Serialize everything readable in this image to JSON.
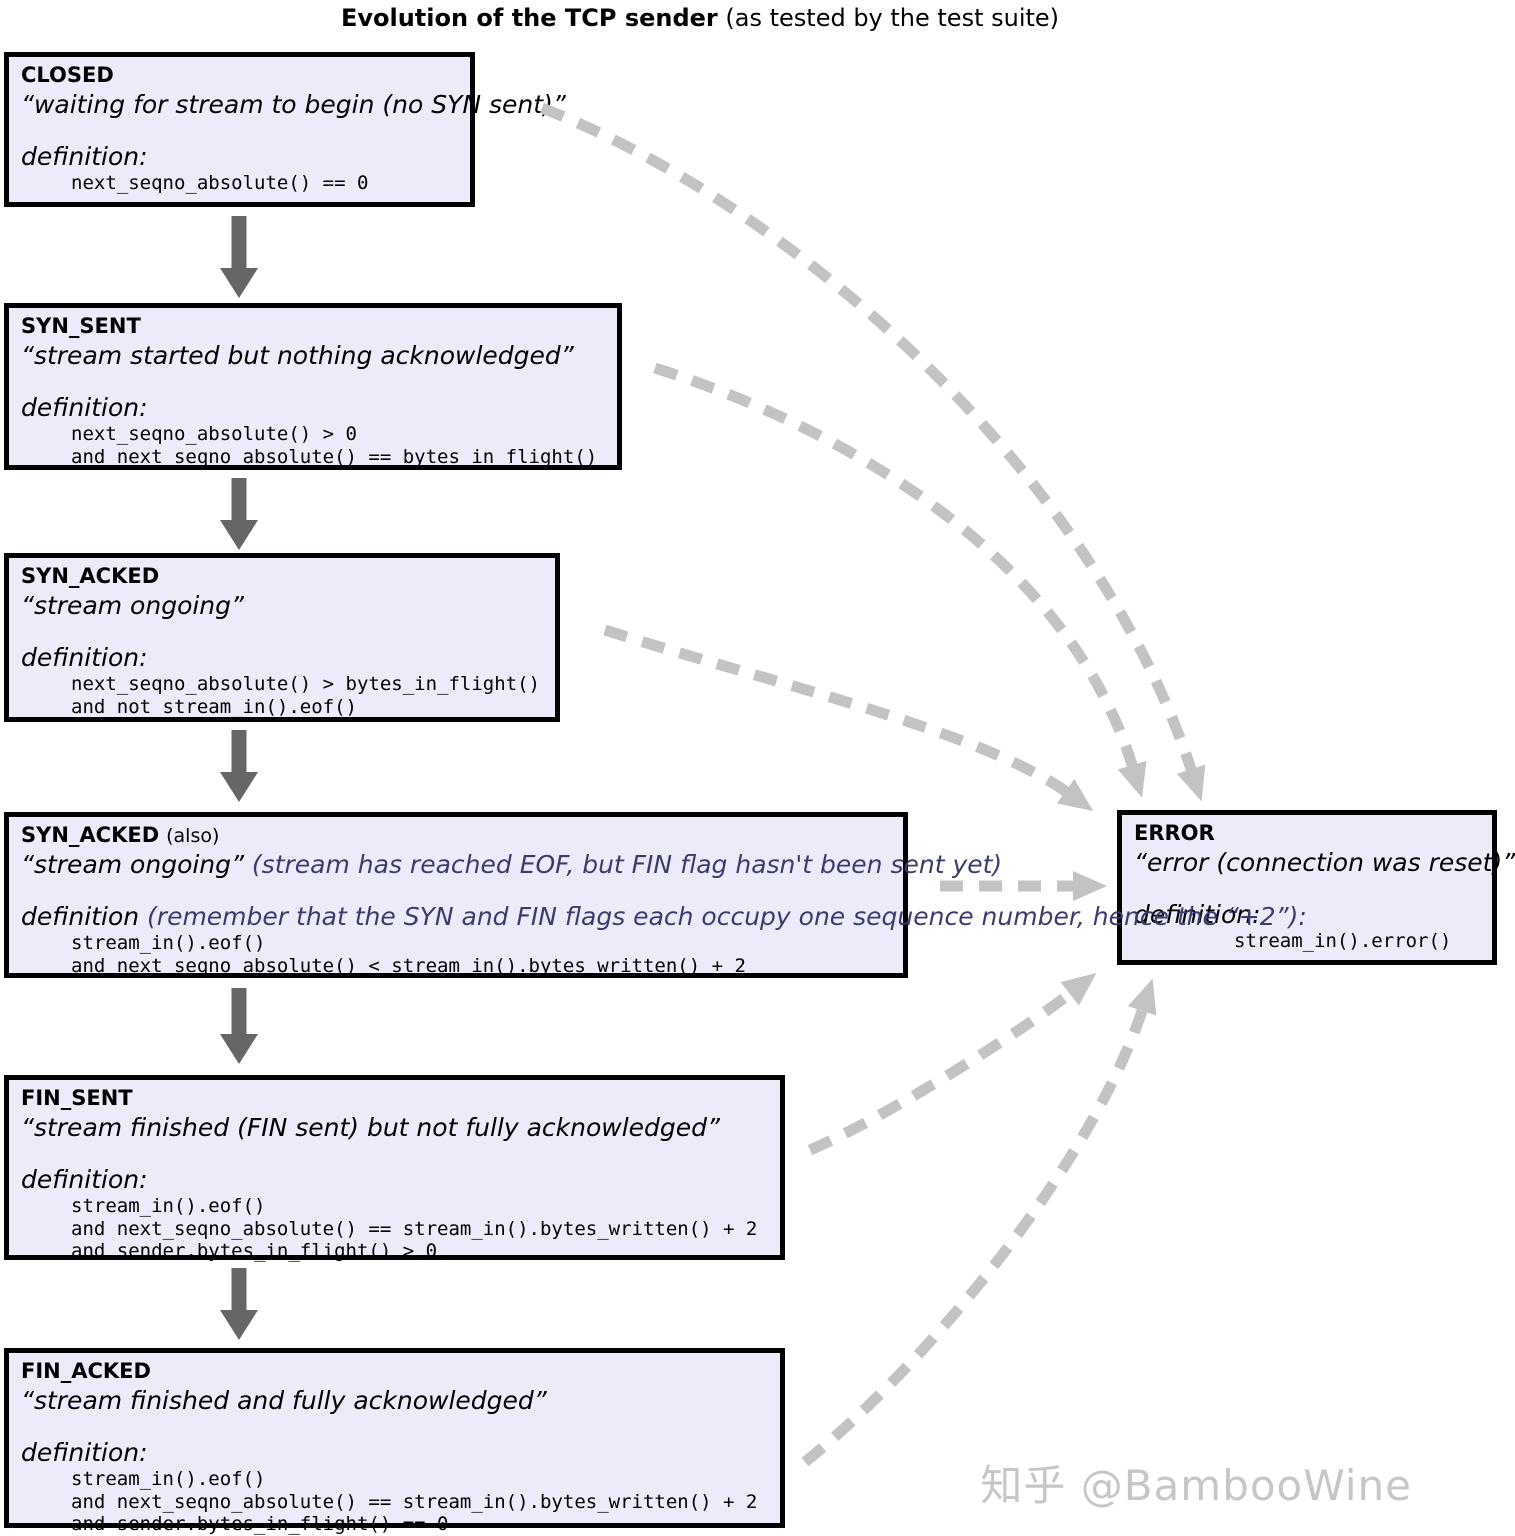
{
  "title": {
    "main": "Evolution of the TCP sender",
    "suffix": " (as tested by the test suite)"
  },
  "watermark": "知乎 @BambooWine",
  "colors": {
    "box_fill": "#ebebf9",
    "box_border": "#000000",
    "solid_arrow": "#666666",
    "dashed_arrow": "#c3c3c3",
    "note_text": "#3b3b6e"
  },
  "states": [
    {
      "name": "CLOSED",
      "suffix": "",
      "quote": "“waiting for stream to begin (no SYN sent)”",
      "quote_note": "",
      "definition_label": "definition:",
      "definition_note": "",
      "code": [
        "next_seqno_absolute() == 0"
      ]
    },
    {
      "name": "SYN_SENT",
      "suffix": "",
      "quote": "“stream started but nothing acknowledged”",
      "quote_note": "",
      "definition_label": "definition:",
      "definition_note": "",
      "code": [
        "next_seqno_absolute() > 0",
        "and next_seqno_absolute() == bytes_in_flight()"
      ]
    },
    {
      "name": "SYN_ACKED",
      "suffix": "",
      "quote": "“stream ongoing”",
      "quote_note": "",
      "definition_label": "definition:",
      "definition_note": "",
      "code": [
        "next_seqno_absolute() > bytes_in_flight()",
        "and not stream_in().eof()"
      ]
    },
    {
      "name": "SYN_ACKED",
      "suffix": "(also)",
      "quote": "“stream ongoing”",
      "quote_note": " (stream has reached EOF, but FIN flag hasn't been sent yet)",
      "definition_label": "definition",
      "definition_note": " (remember that the SYN and FIN flags each occupy one sequence number, hence the “+2”):",
      "code": [
        "stream_in().eof()",
        "and next_seqno_absolute() < stream_in().bytes_written() + 2"
      ]
    },
    {
      "name": "FIN_SENT",
      "suffix": "",
      "quote": "“stream finished (FIN sent) but not fully acknowledged”",
      "quote_note": "",
      "definition_label": "definition:",
      "definition_note": "",
      "code": [
        "stream_in().eof()",
        "and next_seqno_absolute() == stream_in().bytes_written() + 2",
        "and sender.bytes_in_flight() > 0"
      ]
    },
    {
      "name": "FIN_ACKED",
      "suffix": "",
      "quote": "“stream finished and fully acknowledged”",
      "quote_note": "",
      "definition_label": "definition:",
      "definition_note": "",
      "code": [
        "stream_in().eof()",
        "and next_seqno_absolute() == stream_in().bytes_written() + 2",
        "and sender.bytes_in_flight() == 0"
      ]
    },
    {
      "name": "ERROR",
      "suffix": "",
      "quote": "“error (connection was reset)”",
      "quote_note": "",
      "definition_label": "definition:",
      "definition_note": "",
      "code": [
        "stream_in().error()"
      ]
    }
  ]
}
